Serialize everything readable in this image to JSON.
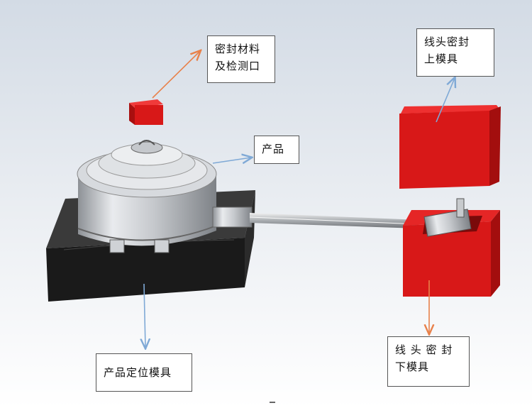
{
  "labels": {
    "seal_material": {
      "line1": "密封材料",
      "line2": "及检测口"
    },
    "product": {
      "line1": "产品"
    },
    "wire_upper": {
      "line1": "线头密封",
      "line2": "上模具"
    },
    "wire_lower": {
      "line1": "线 头 密 封",
      "line2": "下模具"
    },
    "product_fixture": {
      "line1": "产品定位模具"
    }
  },
  "colors": {
    "background_top": "#d6dde6",
    "background_bottom": "#ffffff",
    "red_block": "#d81818",
    "black_base": "#1c1c1c",
    "silver": "#c9ccd0",
    "arrow_orange": "#e8814a",
    "arrow_blue": "#7fa9d6"
  }
}
